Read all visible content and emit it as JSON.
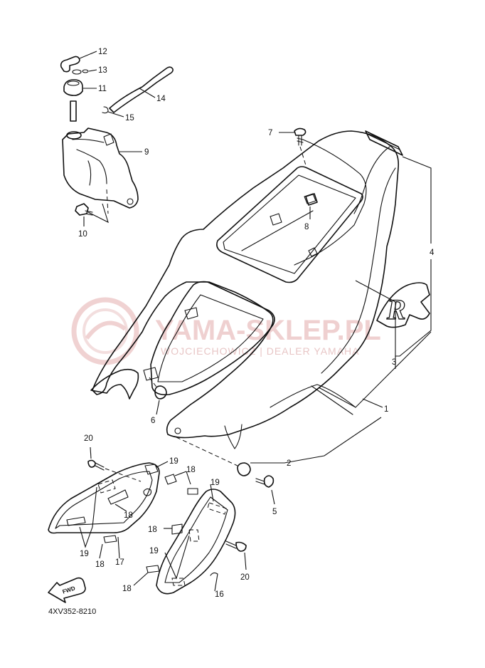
{
  "watermark": {
    "brand": "YAMA-SKLEP.PL",
    "subtitle": "WOJCIECHOWICZ | DEALER YAMAHA",
    "color": "#e6b8b8"
  },
  "diagram_code": "4XV352-8210",
  "fwd_label": "FWD",
  "callouts": {
    "c1": "1",
    "c2": "2",
    "c3": "3",
    "c4": "4",
    "c5": "5",
    "c6": "6",
    "c7": "7",
    "c8": "8",
    "c9": "9",
    "c10": "10",
    "c11": "11",
    "c12": "12",
    "c13": "13",
    "c14": "14",
    "c15": "15",
    "c16": "16",
    "c17": "17",
    "c18a": "18",
    "c18b": "18",
    "c18c": "18",
    "c18d": "18",
    "c18e": "18",
    "c19a": "19",
    "c19b": "19",
    "c19c": "19",
    "c19d": "19",
    "c20a": "20",
    "c20b": "20"
  },
  "emblem_letter": "R"
}
